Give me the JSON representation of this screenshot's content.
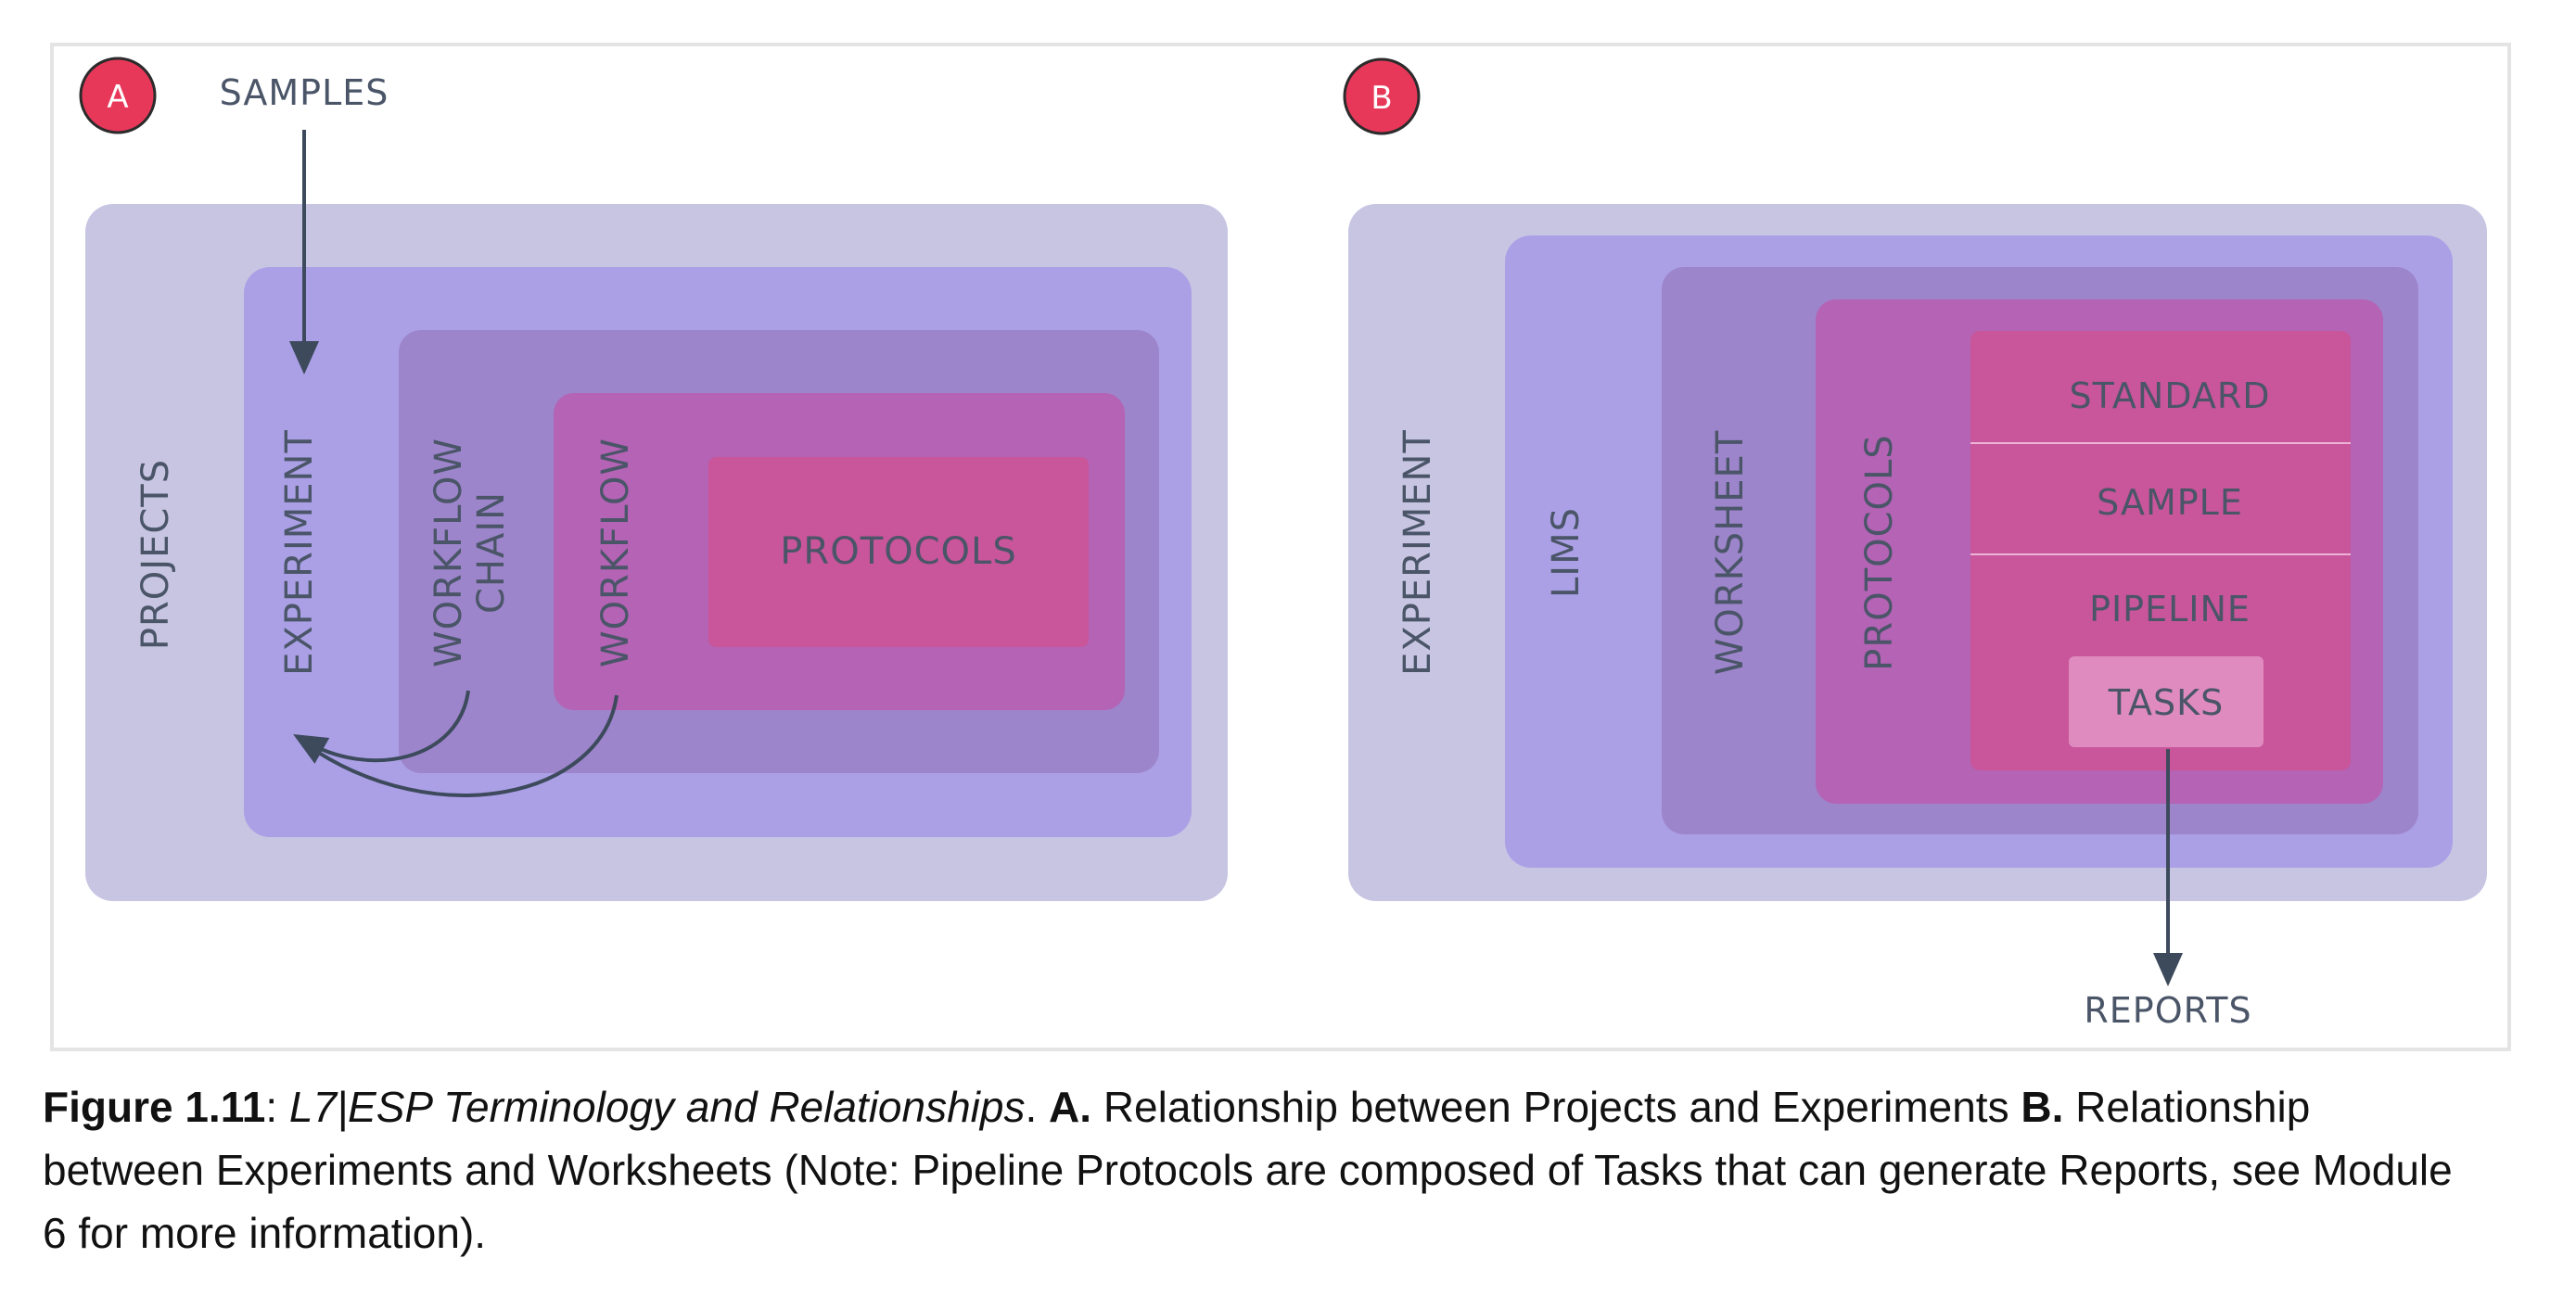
{
  "panel_a": {
    "badge": "A",
    "samples_label": "SAMPLES",
    "projects_label": "PROJECTS",
    "experiment_label": "EXPERIMENT",
    "workflow_chain_line1": "WORKFLOW",
    "workflow_chain_line2": "CHAIN",
    "workflow_label": "WORKFLOW",
    "protocols_label": "PROTOCOLS"
  },
  "panel_b": {
    "badge": "B",
    "experiment_label": "EXPERIMENT",
    "lims_label": "LIMS",
    "worksheet_label": "WORKSHEET",
    "protocols_label": "PROTOCOLS",
    "standard_label": "STANDARD",
    "sample_label": "SAMPLE",
    "pipeline_label": "PIPELINE",
    "tasks_label": "TASKS",
    "reports_label": "REPORTS"
  },
  "colors": {
    "badge": "#e8385a",
    "level1": "#c8c5e3",
    "level2": "#aba0e6",
    "level3": "#9d85cb",
    "level4": "#b463b5",
    "level5": "#c9559b",
    "tasks_box": "#e08bbf",
    "arrow": "#3c4a5c",
    "label_text": "#4a5568"
  },
  "caption": {
    "fig_label": "Figure 1.11",
    "colon": ": ",
    "title": "L7|ESP Terminology and Relationships",
    "after_title": ". ",
    "a_label": "A.",
    "a_text": " Relationship between Projects and Experiments ",
    "b_label": "B.",
    "b_text": " Relationship between Experiments and Worksheets (Note: Pipeline Protocols are composed of Tasks that can generate Reports, see Module 6 for more information)."
  }
}
